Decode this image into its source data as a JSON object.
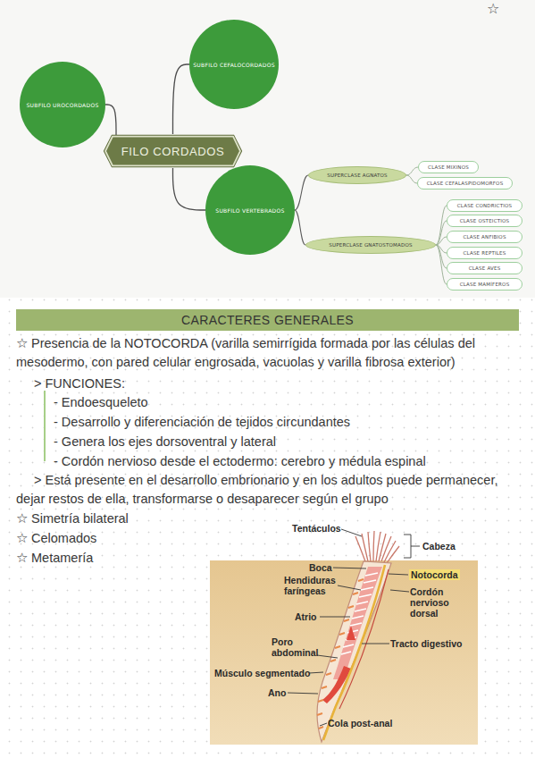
{
  "diagram": {
    "nodes": [
      {
        "text": [
          "SUBFILO CEFALOCORDADOS"
        ]
      },
      {
        "text": [
          "SUBFILO UROCORDADOS"
        ]
      },
      {
        "text": [
          "FILO CORDADOS"
        ]
      },
      {
        "text": [
          "SUBFILO VERTEBRADOS"
        ]
      },
      {
        "text": [
          "SUPERCLASE AGNATOS"
        ]
      },
      {
        "text": [
          "CLASE MIXINOS"
        ]
      },
      {
        "text": [
          "CLASE CEFALASPIDOMORFOS"
        ]
      },
      {
        "text": [
          "SUPERCLASE GNATOSTOMADOS"
        ]
      },
      {
        "text": [
          "CLASE CONDRICTIOS"
        ]
      },
      {
        "text": [
          "CLASE OSTEICTIOS"
        ]
      },
      {
        "text": [
          "CLASE ANFIBIOS"
        ]
      },
      {
        "text": [
          "CLASE REPTILES"
        ]
      },
      {
        "text": [
          "CLASE AVES"
        ]
      },
      {
        "text": [
          "CLASE MAMÍFEROS"
        ]
      },
      {
        "text": [
          "CARACTERES GENERALES"
        ]
      }
    ],
    "edges": [
      {
        "from": 2,
        "to": 0,
        "arrow": "none"
      },
      {
        "from": 2,
        "to": 1,
        "arrow": "none"
      },
      {
        "from": 2,
        "to": 3,
        "arrow": "none"
      },
      {
        "from": 3,
        "to": 4,
        "arrow": "none"
      },
      {
        "from": 3,
        "to": 7,
        "arrow": "none"
      },
      {
        "from": 4,
        "to": 5,
        "arrow": "none"
      },
      {
        "from": 4,
        "to": 6,
        "arrow": "none"
      },
      {
        "from": 7,
        "to": 8,
        "arrow": "none"
      },
      {
        "from": 7,
        "to": 9,
        "arrow": "none"
      },
      {
        "from": 7,
        "to": 10,
        "arrow": "none"
      },
      {
        "from": 7,
        "to": 11,
        "arrow": "none"
      },
      {
        "from": 7,
        "to": 12,
        "arrow": "none"
      },
      {
        "from": 7,
        "to": 13,
        "arrow": "none"
      }
    ],
    "labels": [
      "☆",
      "☆ Presencia de la NOTOCORDA (varilla semirrígida formada por las células del mesodermo, con pared celular engrosada, vacuolas y varilla fibrosa exterior)",
      "> FUNCIONES:",
      "- Endoesqueleto",
      "- Desarrollo y diferenciación de tejidos circundantes",
      "- Genera los ejes dorsoventral y lateral",
      "- Cordón nervioso desde el ectodermo: cerebro y médula espinal",
      "> Está presente en el desarrollo embrionario y en los adultos puede permanecer, dejar restos de ella, transformarse o desaparecer según el grupo",
      "☆ Simetría bilateral",
      "☆ Celomados",
      "☆ Metamería",
      "Tentáculos",
      "Cabeza",
      "Boca",
      "Hendiduras faríngeas",
      "Notocorda",
      "Cordón nervioso dorsal",
      "Atrio",
      "Tracto digestivo",
      "Poro abdominal",
      "Músculo segmentado",
      "Ano",
      "Cola post-anal"
    ]
  }
}
